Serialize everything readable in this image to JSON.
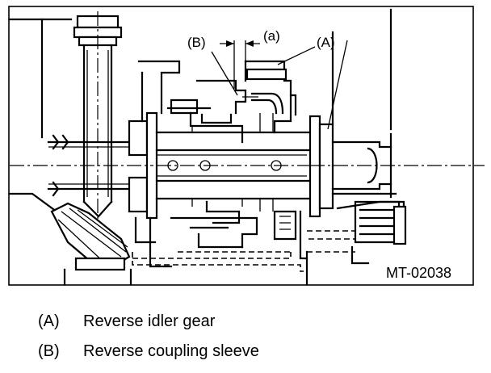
{
  "figure": {
    "code": "MT-02038",
    "callouts": {
      "a": "(A)",
      "b": "(B)",
      "dim": "(a)"
    }
  },
  "legend": [
    {
      "key": "(A)",
      "text": "Reverse idler gear"
    },
    {
      "key": "(B)",
      "text": "Reverse coupling sleeve"
    }
  ]
}
